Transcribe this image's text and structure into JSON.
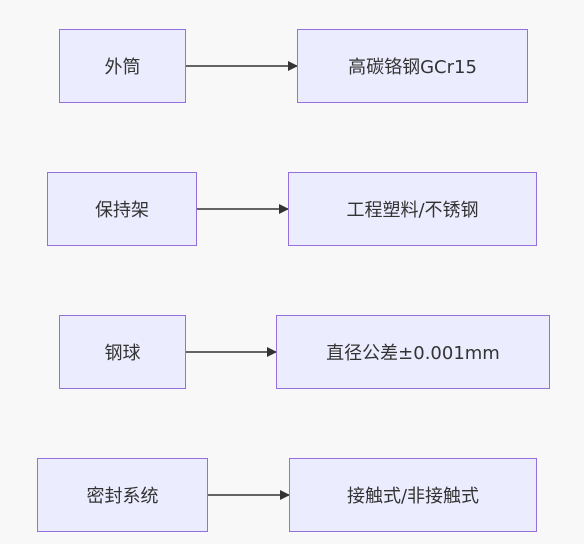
{
  "colors": {
    "background": "#f8f8f9",
    "node_fill": "#ececff",
    "node_border": "#9370db",
    "edge": "#333333",
    "text": "#333333"
  },
  "diagram": {
    "rows": [
      {
        "source": "外筒",
        "target": "高碳铬钢GCr15"
      },
      {
        "source": "保持架",
        "target": "工程塑料/不锈钢"
      },
      {
        "source": "钢球",
        "target": "直径公差±0.001mm"
      },
      {
        "source": "密封系统",
        "target": "接触式/非接触式"
      }
    ]
  }
}
